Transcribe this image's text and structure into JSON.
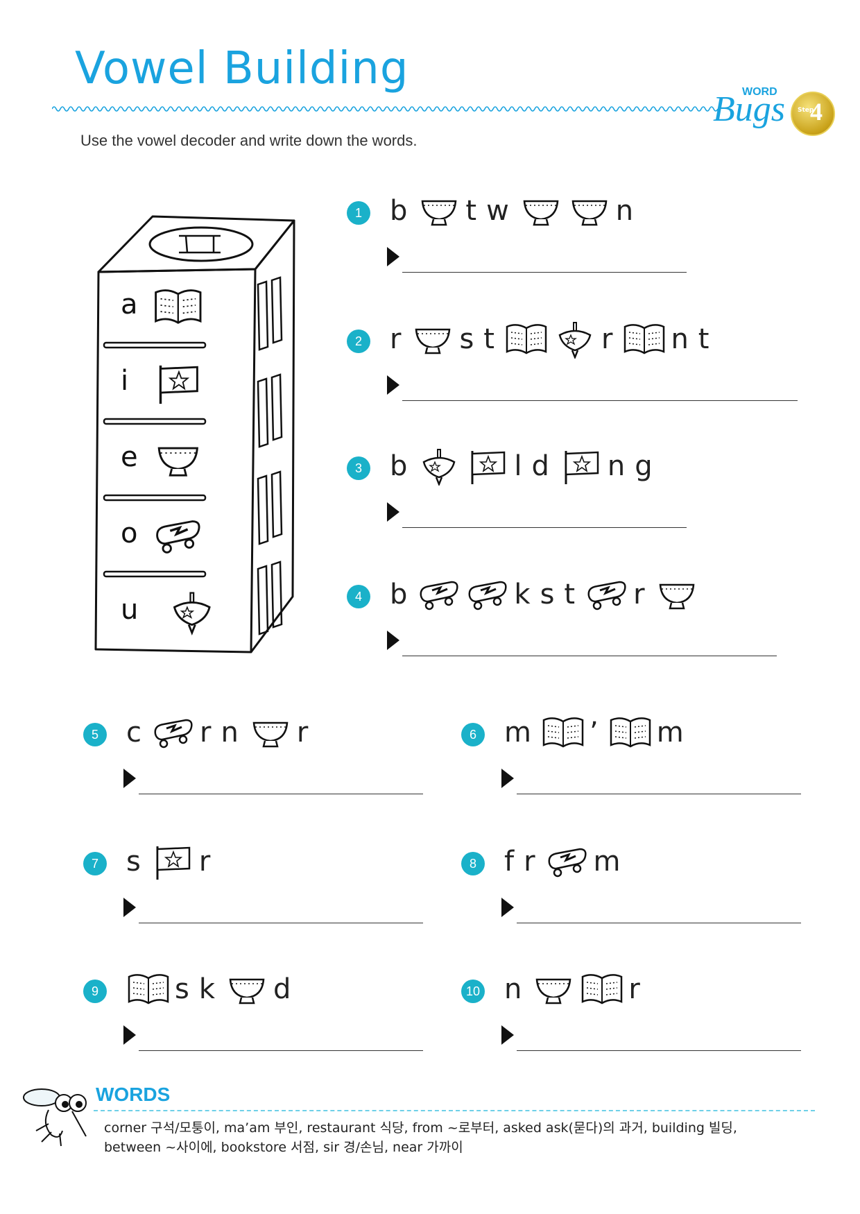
{
  "title": "Vowel Building",
  "instruction": "Use the vowel decoder and write down the words.",
  "logo": {
    "word": "WORD",
    "brand": "Bugs",
    "step_label": "Step",
    "step_number": "4"
  },
  "decoder": [
    {
      "vowel": "a",
      "icon": "book-icon"
    },
    {
      "vowel": "i",
      "icon": "flag-icon"
    },
    {
      "vowel": "e",
      "icon": "bowl-icon"
    },
    {
      "vowel": "o",
      "icon": "skateboard-icon"
    },
    {
      "vowel": "u",
      "icon": "spinning-top-icon"
    }
  ],
  "questions": [
    {
      "number": "1",
      "sequence": [
        "b",
        "bowl",
        "t",
        "w",
        "bowl",
        "bowl",
        "n"
      ]
    },
    {
      "number": "2",
      "sequence": [
        "r",
        "bowl",
        "s",
        "t",
        "book",
        "top",
        "r",
        "book",
        "n",
        "t"
      ]
    },
    {
      "number": "3",
      "sequence": [
        "b",
        "top",
        "flag",
        "l",
        "d",
        "flag",
        "n",
        "g"
      ]
    },
    {
      "number": "4",
      "sequence": [
        "b",
        "skate",
        "skate",
        "k",
        "s",
        "t",
        "skate",
        "r",
        "bowl"
      ]
    },
    {
      "number": "5",
      "sequence": [
        "c",
        "skate",
        "r",
        "n",
        "bowl",
        "r"
      ]
    },
    {
      "number": "6",
      "sequence": [
        "m",
        "book",
        "’",
        "book",
        "m"
      ]
    },
    {
      "number": "7",
      "sequence": [
        "s",
        "flag",
        "r"
      ]
    },
    {
      "number": "8",
      "sequence": [
        "f",
        "r",
        "skate",
        "m"
      ]
    },
    {
      "number": "9",
      "sequence": [
        "book",
        "s",
        "k",
        "bowl",
        "d"
      ]
    },
    {
      "number": "10",
      "sequence": [
        "n",
        "bowl",
        "book",
        "r"
      ]
    }
  ],
  "words": {
    "heading": "WORDS",
    "text": "corner 구석/모퉁이, ma’am 부인, restaurant 식당, from ~로부터, asked ask(묻다)의 과거, building 빌딩, between ~사이에, bookstore 서점, sir 경/손님, near 가까이"
  },
  "colors": {
    "accent": "#1aa3df",
    "badge": "#1ab1c9",
    "gold": "#c9a21a"
  }
}
